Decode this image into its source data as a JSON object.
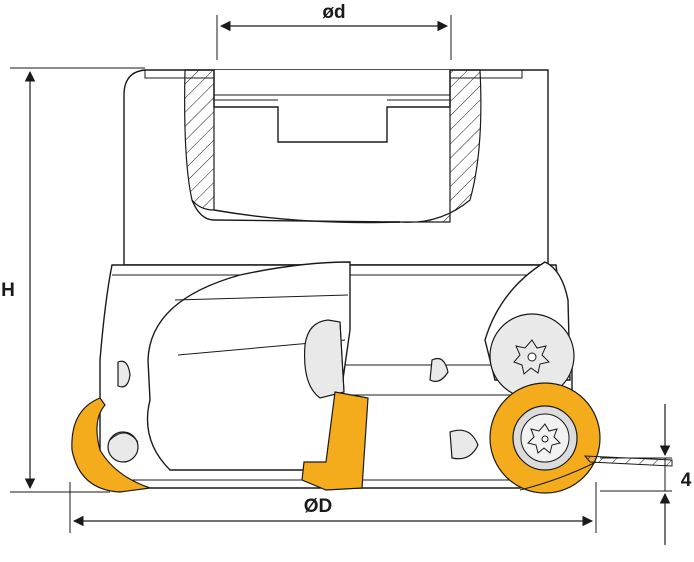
{
  "labels": {
    "shank_diameter": "ød",
    "cutter_diameter": "ØD",
    "height": "H",
    "depth_of_cut": "4"
  },
  "colors": {
    "insert": "#f5ac1c",
    "outline": "#1a1a1a",
    "shade": "#e9e9e9"
  },
  "icons": {
    "screw_head": "torx-screw-icon"
  }
}
